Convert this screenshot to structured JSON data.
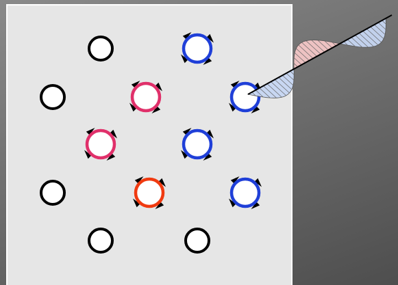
{
  "colors": {
    "background_light": "#8a8a8a",
    "background_dark": "#4e4e4e",
    "panel_fill": "#e6e6e6",
    "panel_border": "#ffffff",
    "ring_plain": "#000000",
    "ring_blue": "#1f3fd8",
    "ring_pink": "#e0306a",
    "ring_orange": "#f03a10",
    "arrow": "#000000",
    "wave_blue_fill": "#c6d6f2",
    "wave_pink_fill": "#f3c6c6",
    "wave_axis": "#000000"
  },
  "circles": [
    {
      "kind": "plain"
    },
    {
      "kind": "plain"
    },
    {
      "kind": "plain"
    },
    {
      "kind": "plain"
    },
    {
      "kind": "plain"
    },
    {
      "kind": "plain"
    },
    {
      "kind": "blue",
      "arrows": true
    },
    {
      "kind": "blue",
      "arrows": true
    },
    {
      "kind": "blue",
      "arrows": true
    },
    {
      "kind": "blue",
      "arrows": true
    },
    {
      "kind": "pink",
      "arrows": true
    },
    {
      "kind": "pink",
      "arrows": true
    },
    {
      "kind": "orange",
      "arrows": true
    }
  ],
  "wave": {
    "lobe_count": 3,
    "lobe_colors": [
      "blue",
      "pink",
      "blue"
    ]
  }
}
